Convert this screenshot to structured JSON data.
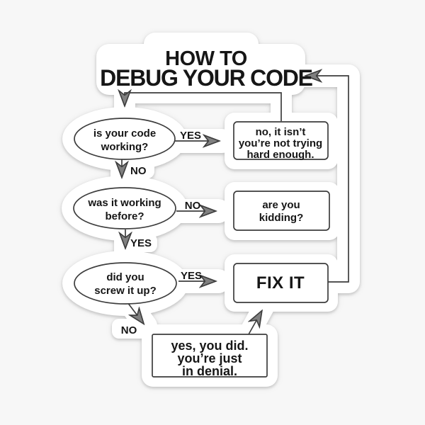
{
  "colors": {
    "background": "#f7f7f7",
    "sticker": "#ffffff",
    "line": "#3d3d3d",
    "arrowhead": "#808080",
    "text": "#161616"
  },
  "title": {
    "lines": [
      "HOW TO",
      "DEBUG YOUR CODE"
    ]
  },
  "nodes": {
    "q1": {
      "lines": [
        "is your code",
        "working?"
      ]
    },
    "a1": {
      "lines": [
        "no, it isn’t",
        "you’re not trying",
        "hard enough."
      ]
    },
    "q2": {
      "lines": [
        "was it working",
        "before?"
      ]
    },
    "a2": {
      "lines": [
        "are you",
        "kidding?"
      ]
    },
    "q3": {
      "lines": [
        "did you",
        "screw it up?"
      ]
    },
    "fix": {
      "label": "FIX IT"
    },
    "denial": {
      "lines": [
        "yes, you did.",
        "you’re just",
        "in denial."
      ]
    }
  },
  "edges": {
    "q1_yes": "YES",
    "q1_no": "NO",
    "q2_no": "NO",
    "q2_yes": "YES",
    "q3_yes": "YES",
    "q3_no": "NO"
  }
}
